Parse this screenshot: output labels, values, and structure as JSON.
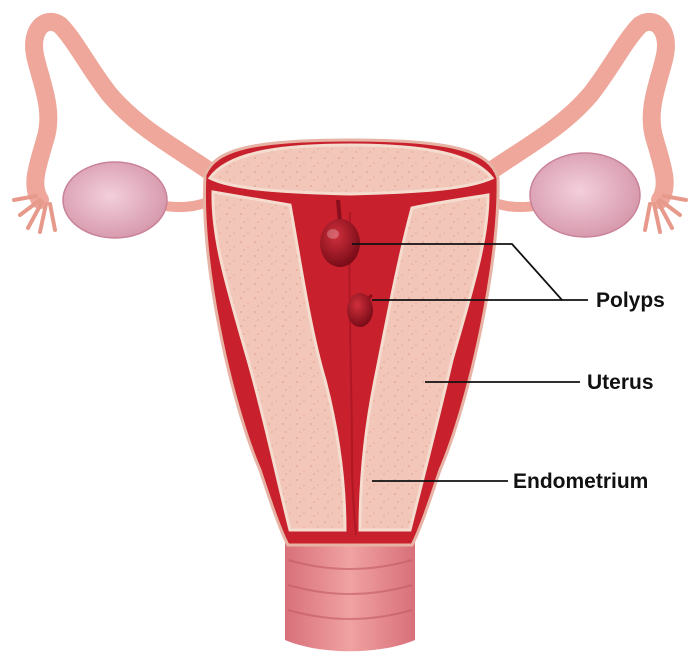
{
  "labels": {
    "polyps": "Polyps",
    "uterus": "Uterus",
    "endometrium": "Endometrium"
  },
  "colors": {
    "background": "#ffffff",
    "tissue_light": "#f2c2b4",
    "tissue_speckle": "#e8a897",
    "cavity": "#c8202c",
    "cavity_dark": "#9e1420",
    "polyp": "#8a0f1c",
    "ovary": "#e6b2c4",
    "tube": "#eea79a",
    "leader_line": "#111111"
  }
}
